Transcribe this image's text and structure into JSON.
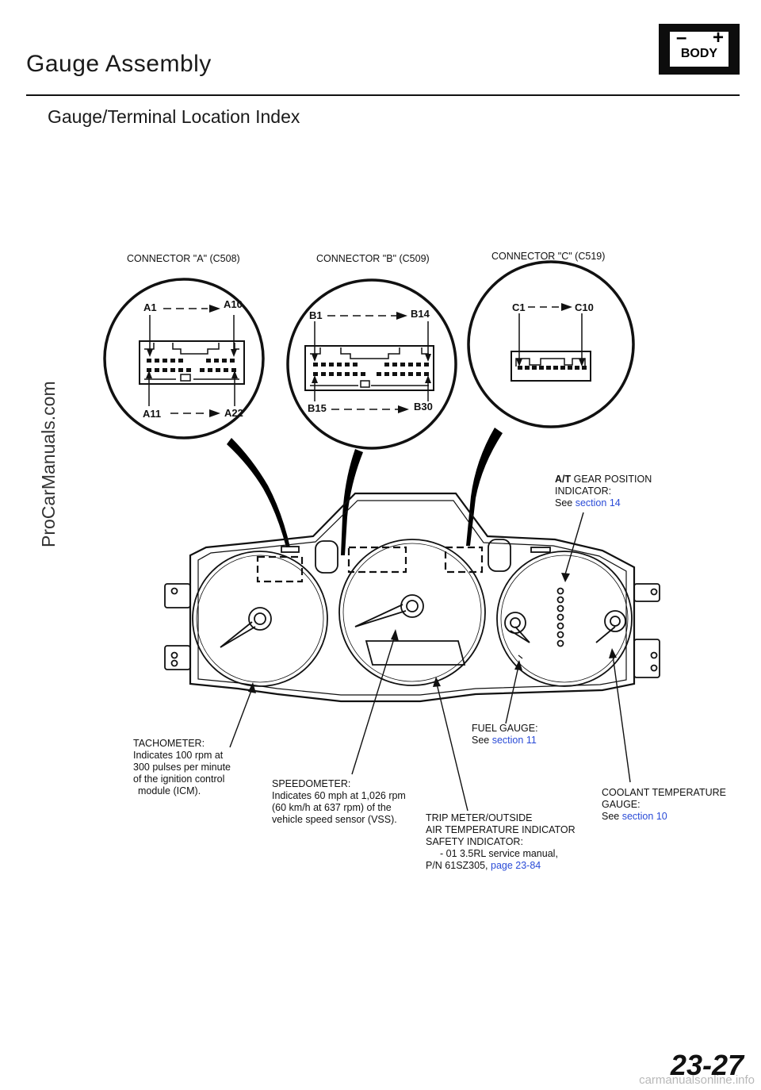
{
  "title": "Gauge Assembly",
  "subtitle": "Gauge/Terminal Location Index",
  "badge": {
    "minus": "–",
    "plus": "+",
    "text": "BODY"
  },
  "side_watermark": "ProCarManuals.com",
  "connectors": {
    "a": {
      "label": "CONNECTOR \"A\" (C508)",
      "pin_tl": "A1",
      "pin_tr": "A10",
      "pin_bl": "A11",
      "pin_br": "A22"
    },
    "b": {
      "label": "CONNECTOR \"B\" (C509)",
      "pin_tl": "B1",
      "pin_tr": "B14",
      "pin_bl": "B15",
      "pin_br": "B30"
    },
    "c": {
      "label": "CONNECTOR \"C\" (C519)",
      "pin_tl": "C1",
      "pin_tr": "C10"
    }
  },
  "callouts": {
    "gear": {
      "bold": "A/T",
      "line1": "GEAR POSITION",
      "line2": "INDICATOR:",
      "see": "See",
      "link": "section 14"
    },
    "tach": {
      "line1": "TACHOMETER:",
      "line2": "Indicates 100 rpm at",
      "line3": "300 pulses per minute",
      "line4": "of the ignition control",
      "line5": "module (ICM)."
    },
    "speedo": {
      "line1": "SPEEDOMETER:",
      "line2": "Indicates 60 mph at 1,026 rpm",
      "line3": "(60 km/h at 637 rpm) of the",
      "line4": "vehicle speed sensor (VSS)."
    },
    "fuel": {
      "line1": "FUEL GAUGE:",
      "see": "See",
      "link": "section 11"
    },
    "trip": {
      "line1": "TRIP METER/OUTSIDE",
      "line2": "AIR TEMPERATURE INDICATOR",
      "line3": "SAFETY INDICATOR:",
      "line4": "- 01 3.5RL service manual,",
      "line5": "P/N 61SZ305,",
      "link": "page 23-84"
    },
    "coolant": {
      "line1": "COOLANT TEMPERATURE",
      "line2": "GAUGE:",
      "see": "See",
      "link": "section 10"
    }
  },
  "page_number": "23-27",
  "footer_watermark": "carmanualsonline.info"
}
